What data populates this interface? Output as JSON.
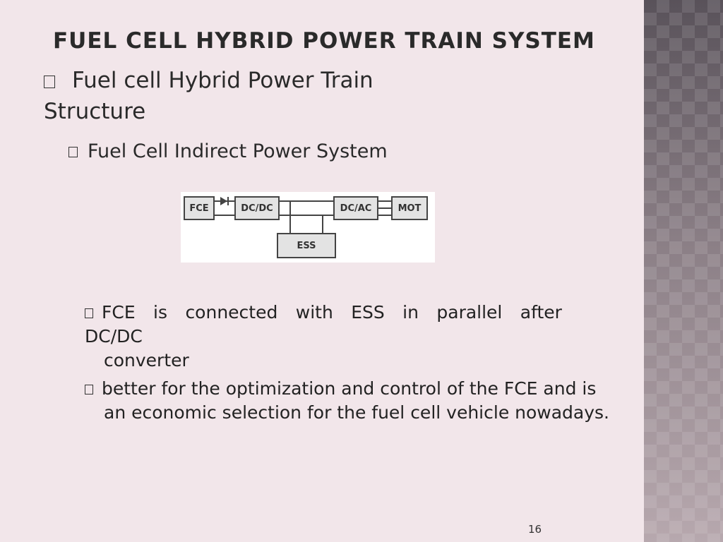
{
  "slide": {
    "title": "FUEL CELL HYBRID POWER TRAIN SYSTEM",
    "heading_line1": "Fuel cell Hybrid Power Train",
    "heading_line2": "Structure",
    "subheading": "Fuel Cell Indirect Power System",
    "diagram": {
      "blocks": {
        "fce": "FCE",
        "dcdc": "DC/DC",
        "dcac": "DC/AC",
        "mot": "MOT",
        "ess": "ESS"
      }
    },
    "point1": {
      "words": [
        "FCE",
        "is",
        "connected",
        "with",
        "ESS",
        "in",
        "parallel",
        "after"
      ],
      "line2": "DC/DC",
      "line3": "converter"
    },
    "point2": {
      "line1": "better for the optimization and control of the FCE and is",
      "line2": "an economic selection for the fuel cell vehicle nowadays."
    },
    "page_number": "16"
  },
  "colors": {
    "background": "#f2e6ea",
    "sidebar": "#6e6468",
    "text": "#2a2a2a"
  },
  "icons": [
    "bullet-box-icon",
    "diode-icon"
  ]
}
